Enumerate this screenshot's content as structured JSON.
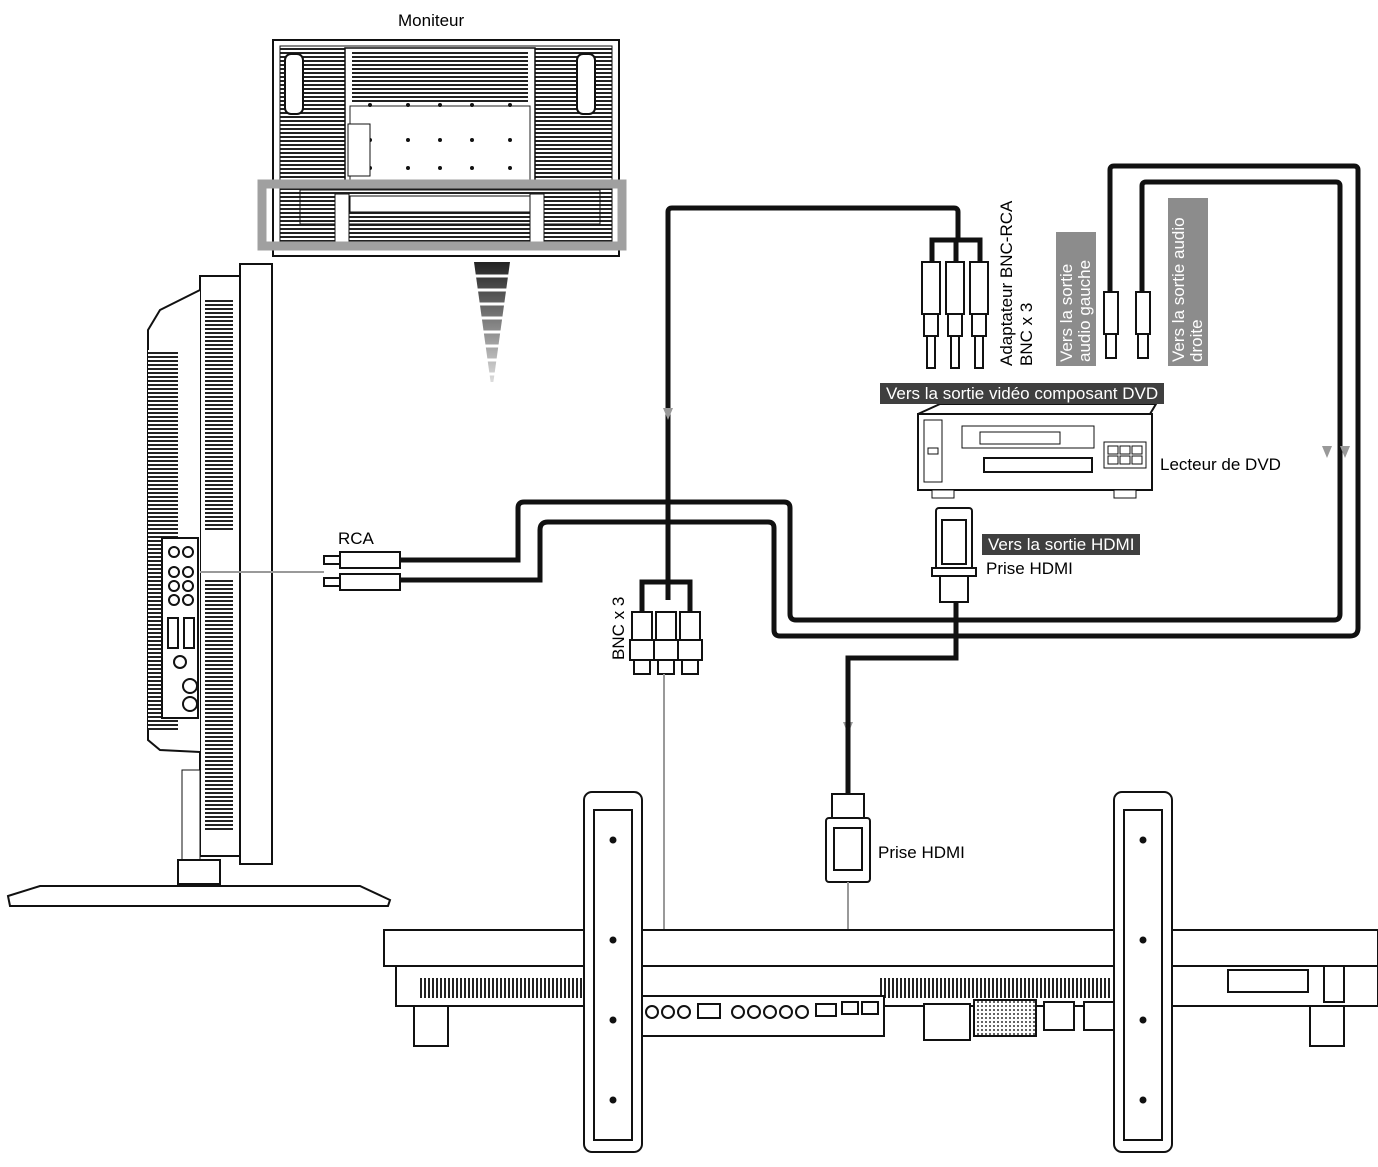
{
  "labels": {
    "monitor": "Moniteur",
    "rca": "RCA",
    "bnc_x3": "BNC x 3",
    "adapter_line1": "Adaptateur BNC-RCA",
    "adapter_line2": "BNC x 3",
    "audio_left_line1": "Vers la sortie",
    "audio_left_line2": "audio gauche",
    "audio_right_line1": "Vers la sortie audio",
    "audio_right_line2": "droite",
    "component_out": "Vers la sortie vidéo composant DVD",
    "dvd_player": "Lecteur de DVD",
    "hdmi_out": "Vers la sortie HDMI",
    "hdmi_plug_top": "Prise HDMI",
    "hdmi_plug_bottom": "Prise HDMI"
  },
  "colors": {
    "cable": "#1a1a1a",
    "thin_line": "#9a9a9a",
    "label_dark_bg": "#3f3f3f",
    "label_grey_bg": "#8c8c8c",
    "highlight_frame": "#a0a0a0"
  }
}
